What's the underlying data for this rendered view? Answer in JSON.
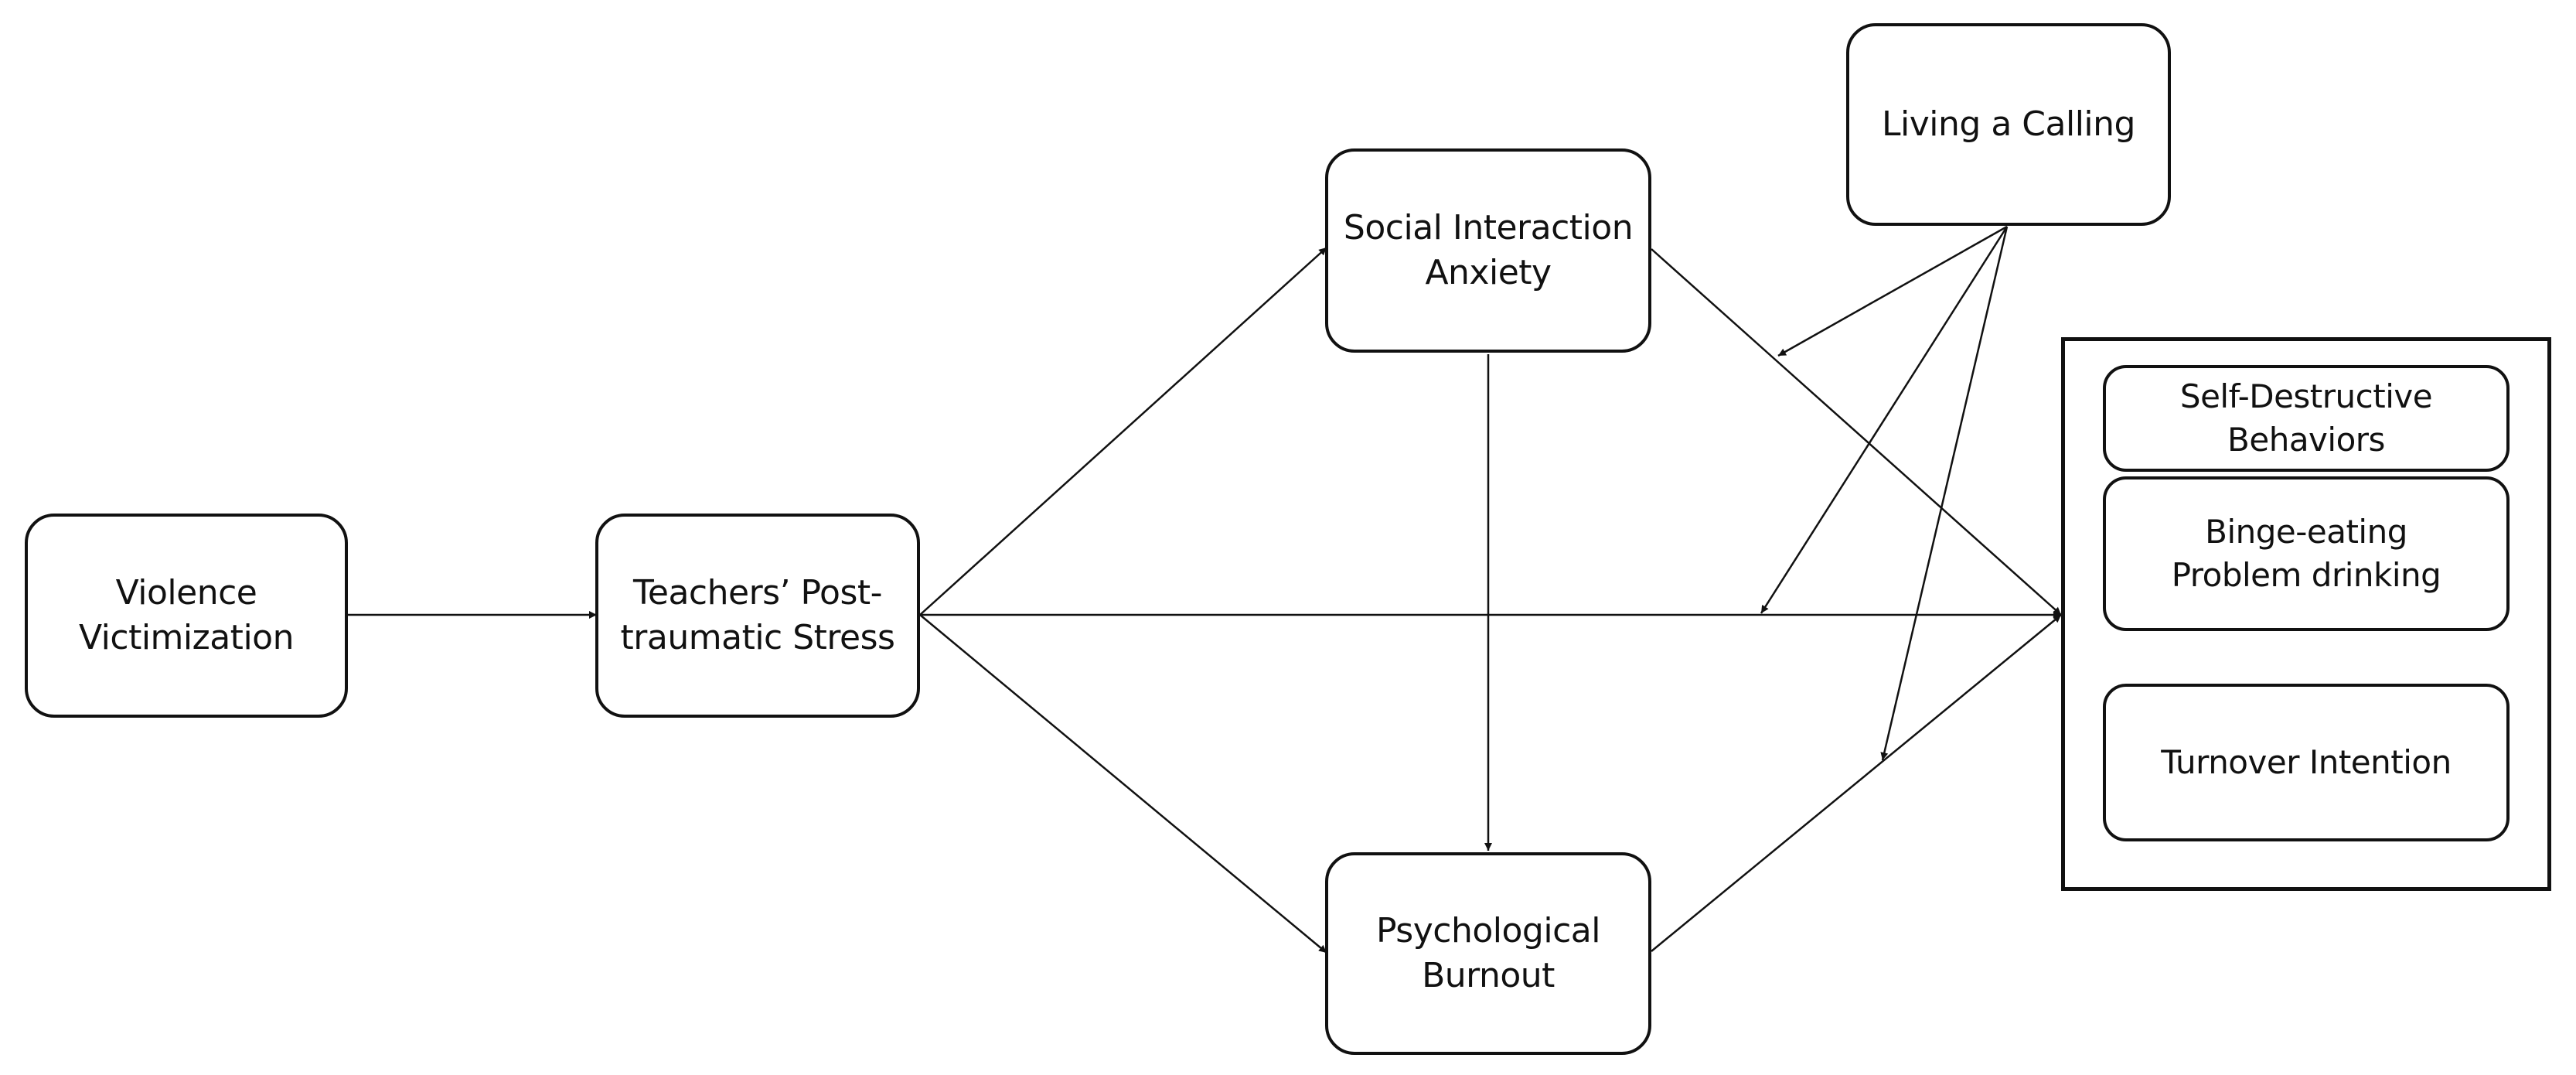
{
  "nodes": {
    "violence_victimization": {
      "line1": "Violence",
      "line2": "Victimization"
    },
    "teachers_pts": {
      "line1": "Teachers’ Post-",
      "line2": "traumatic Stress"
    },
    "social_interaction_anxiety": {
      "line1": "Social Interaction",
      "line2": "Anxiety"
    },
    "psychological_burnout": {
      "line1": "Psychological",
      "line2": "Burnout"
    },
    "living_a_calling": {
      "line1": "Living a Calling"
    }
  },
  "outcomes": {
    "self_destructive": {
      "line1": "Self-Destructive",
      "line2": "Behaviors"
    },
    "binge_problem": {
      "line1": "Binge-eating",
      "line2": "Problem drinking"
    },
    "turnover_intention": {
      "line1": "Turnover Intention"
    }
  },
  "colors": {
    "stroke": "#111111",
    "background": "#ffffff"
  }
}
